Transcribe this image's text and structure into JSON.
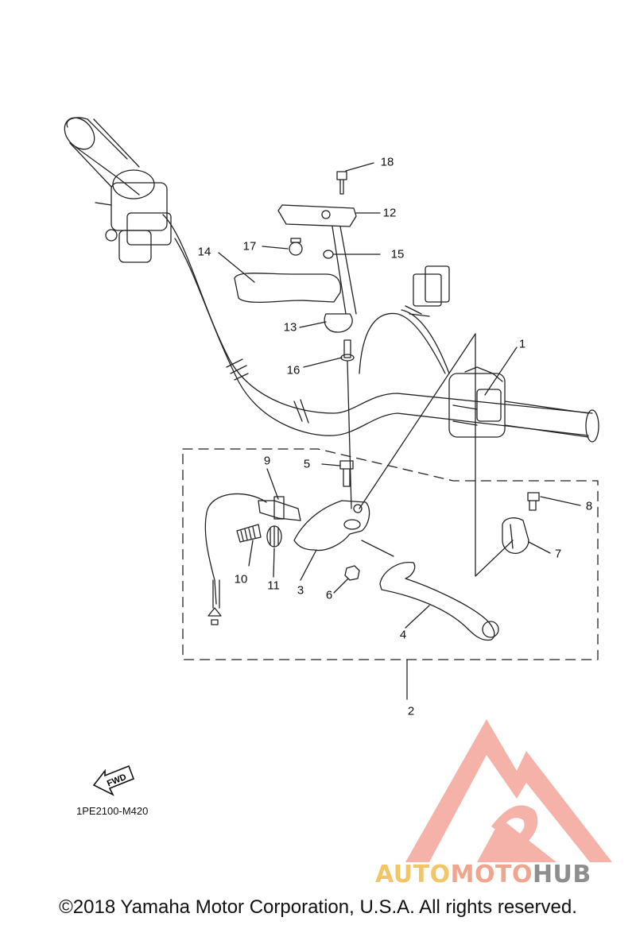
{
  "diagram": {
    "code": "1PE2100-M420",
    "fwd_label": "FWD",
    "callouts": [
      {
        "id": "1",
        "text": "1"
      },
      {
        "id": "2",
        "text": "2"
      },
      {
        "id": "3",
        "text": "3"
      },
      {
        "id": "4",
        "text": "4"
      },
      {
        "id": "5",
        "text": "5"
      },
      {
        "id": "6",
        "text": "6"
      },
      {
        "id": "7",
        "text": "7"
      },
      {
        "id": "8",
        "text": "8"
      },
      {
        "id": "9",
        "text": "9"
      },
      {
        "id": "10",
        "text": "10"
      },
      {
        "id": "11",
        "text": "11"
      },
      {
        "id": "12",
        "text": "12"
      },
      {
        "id": "13",
        "text": "13"
      },
      {
        "id": "14",
        "text": "14"
      },
      {
        "id": "15",
        "text": "15"
      },
      {
        "id": "16",
        "text": "16"
      },
      {
        "id": "17",
        "text": "17"
      },
      {
        "id": "18",
        "text": "18"
      }
    ]
  },
  "watermark": {
    "part1": "AUTO",
    "part2": "MOTO",
    "part3": "HUB",
    "colors": {
      "auto": "#f2c566",
      "moto": "#f0a58f",
      "hub": "#8e8e8e",
      "logo": "#f3aaa0"
    }
  },
  "footer": {
    "copyright": "©2018 Yamaha Motor Corporation, U.S.A. All rights reserved."
  }
}
